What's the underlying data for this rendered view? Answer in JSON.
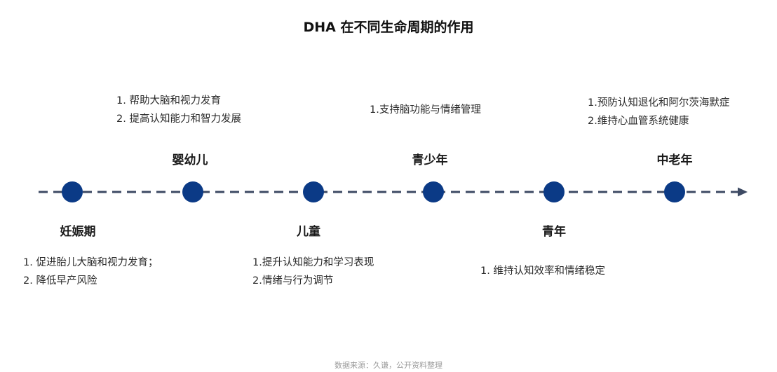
{
  "title": "DHA 在不同生命周期的作用",
  "colors": {
    "node": "#0b3a86",
    "line": "#3d4a63"
  },
  "stages": [
    {
      "label": "妊娠期",
      "items": [
        "1. 促进胎儿大脑和视力发育；",
        "2. 降低早产风险"
      ]
    },
    {
      "label": "婴幼儿",
      "items": [
        "1. 帮助大脑和视力发育",
        "2. 提高认知能力和智力发展"
      ]
    },
    {
      "label": "儿童",
      "items": [
        "1.提升认知能力和学习表现",
        "2.情绪与行为调节"
      ]
    },
    {
      "label": "青少年",
      "items": [
        "1.支持脑功能与情绪管理"
      ]
    },
    {
      "label": "青年",
      "items": [
        "1. 维持认知效率和情绪稳定"
      ]
    },
    {
      "label": "中老年",
      "items": [
        "1.预防认知退化和阿尔茨海默症",
        "2.维持心血管系统健康"
      ]
    }
  ],
  "source": "数据来源：久谦，公开资料整理"
}
